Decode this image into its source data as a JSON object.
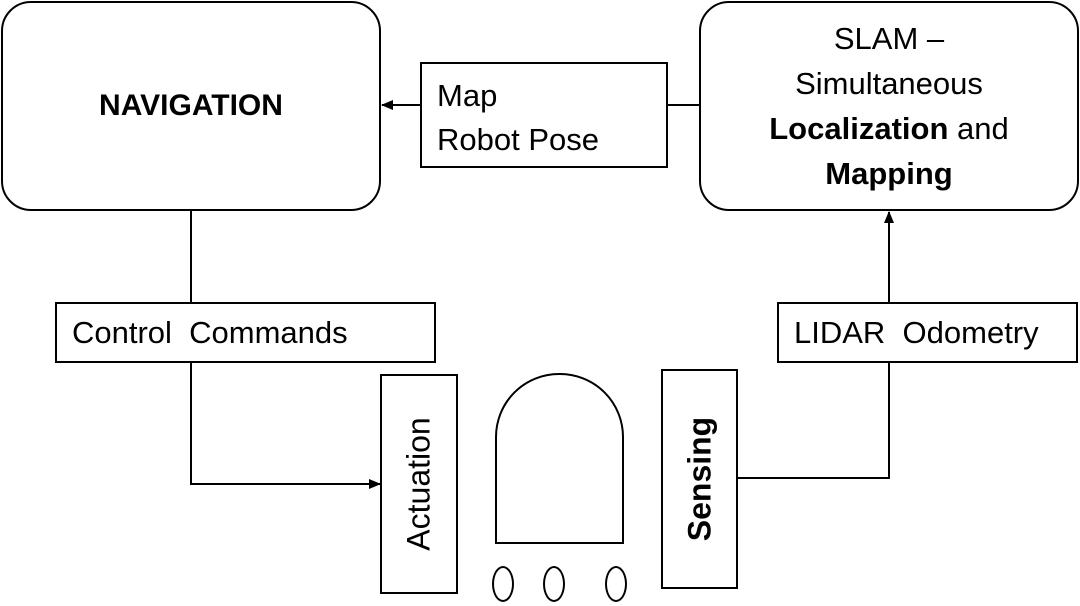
{
  "navigation": {
    "title": "NAVIGATION"
  },
  "slam": {
    "line1": "SLAM –",
    "line2": "Simultaneous",
    "localization": "Localization",
    "and": " and",
    "mapping": "Mapping"
  },
  "map_pose": {
    "line1": "Map",
    "line2": "Robot Pose"
  },
  "control_commands": {
    "label": "Control  Commands"
  },
  "lidar_odometry": {
    "label": "LIDAR  Odometry"
  },
  "actuation": {
    "label": "Actuation"
  },
  "sensing": {
    "label": "Sensing"
  }
}
